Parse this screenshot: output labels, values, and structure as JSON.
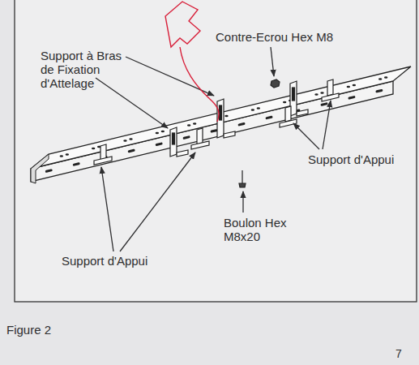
{
  "diagram": {
    "caption": "Figure 2",
    "labels": [
      "Support à Bras de Fixation d'Attelage",
      "Contre-Ecrou Hex M8",
      "Support d'Appui",
      "Boulon Hex M8x20",
      "Support d'Appui",
      "7"
    ]
  }
}
